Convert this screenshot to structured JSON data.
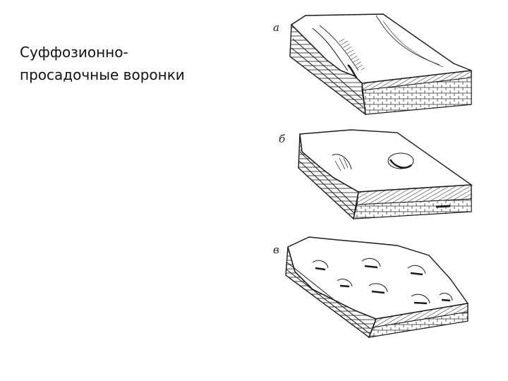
{
  "title": {
    "line1": "Суффозионно-",
    "line2": "просадочные воронки"
  },
  "figure": {
    "panel_labels": [
      "а",
      "б",
      "в"
    ],
    "frame_color": "#c4cfc8",
    "ink_color": "#1a1a1a"
  }
}
